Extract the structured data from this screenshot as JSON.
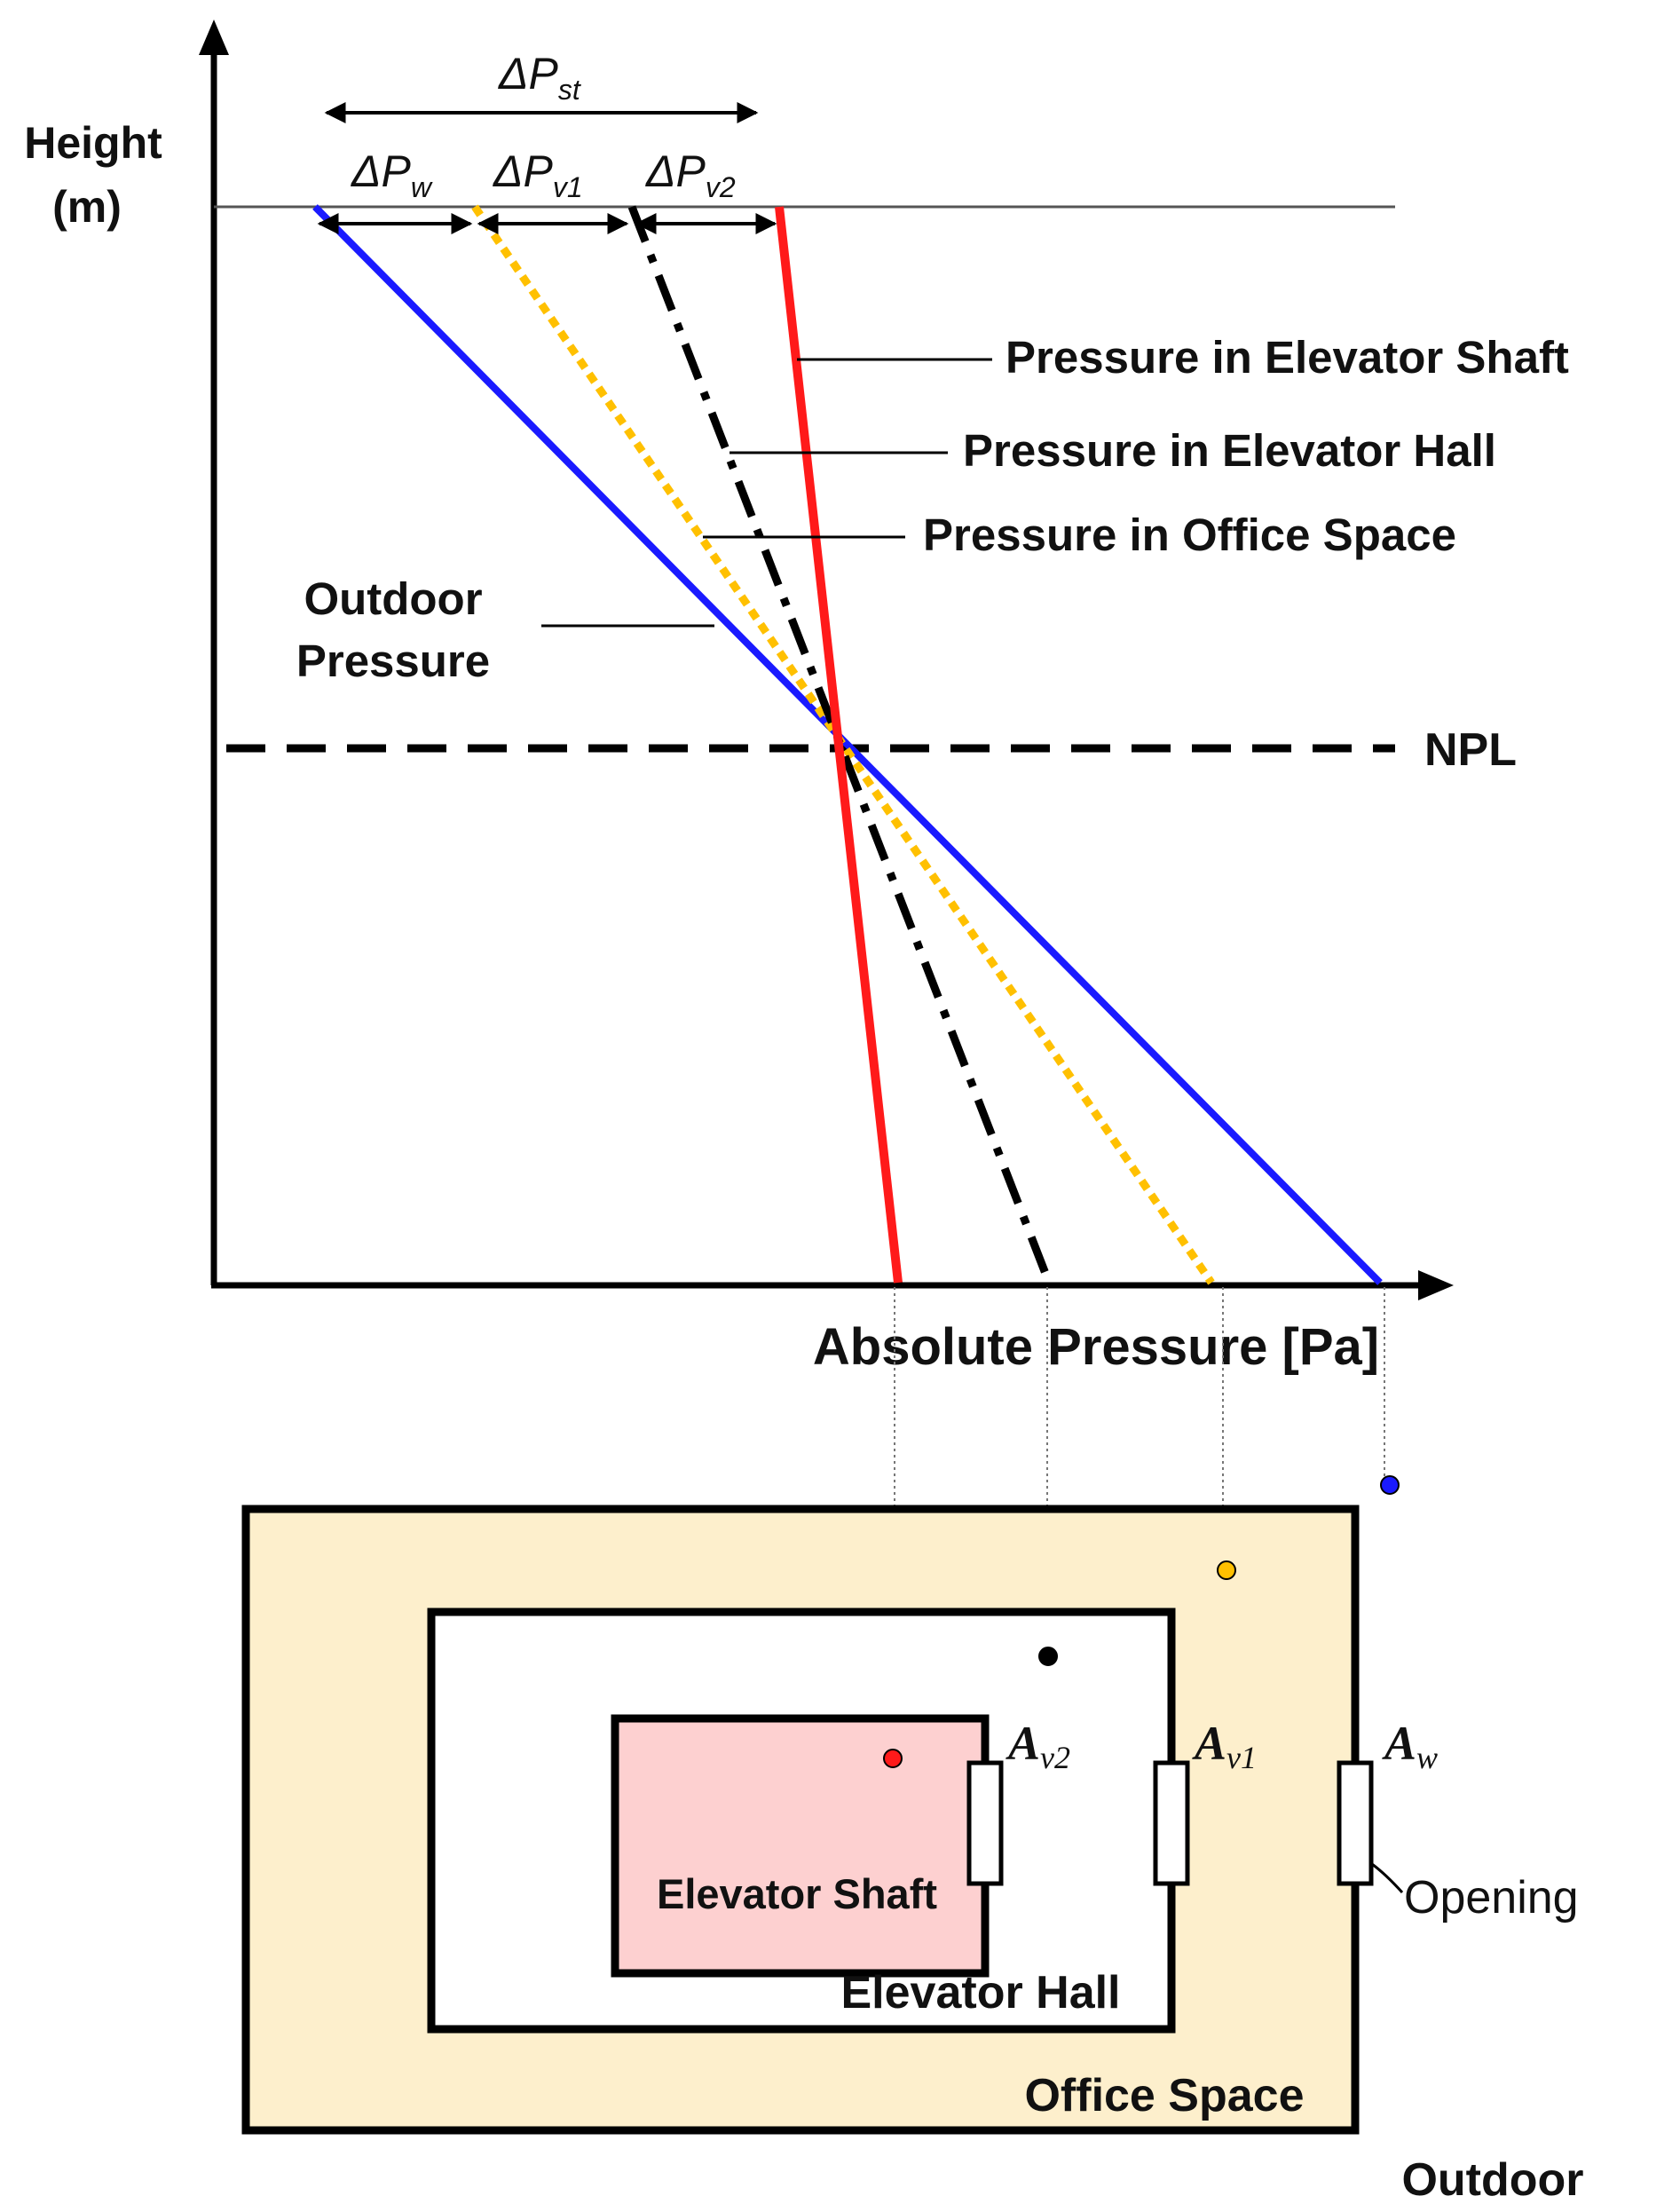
{
  "axes": {
    "y_label_line1": "Height",
    "y_label_line2": "(m)",
    "x_label": "Absolute Pressure [Pa]"
  },
  "deltas": {
    "delta": "Δ",
    "p": "P",
    "st": "st",
    "w": "w",
    "v1": "v1",
    "v2": "v2"
  },
  "legend": {
    "shaft": "Pressure in Elevator Shaft",
    "hall": "Pressure in Elevator Hall",
    "office": "Pressure in Office Space",
    "outdoor_line1": "Outdoor",
    "outdoor_line2": "Pressure",
    "npl": "NPL"
  },
  "plan": {
    "shaft": "Elevator Shaft",
    "hall": "Elevator Hall",
    "office": "Office Space",
    "outdoor": "Outdoor",
    "opening": "Opening",
    "a": "A",
    "a_v2_sub": "v2",
    "a_v1_sub": "v1",
    "a_w_sub": "w"
  },
  "colors": {
    "shaft": "#ff1a1a",
    "hall": "#000000",
    "office": "#ffc000",
    "outdoor": "#1a1aff",
    "office_fill": "#fdefcc",
    "shaft_fill": "#fdd0d0"
  }
}
